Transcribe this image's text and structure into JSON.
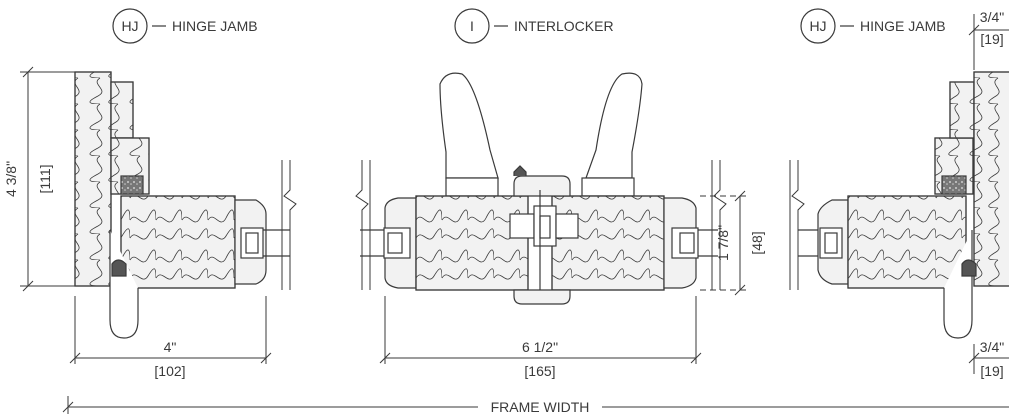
{
  "callouts": [
    {
      "tag": "HJ",
      "name": "HINGE JAMB"
    },
    {
      "tag": "I",
      "name": "INTERLOCKER"
    },
    {
      "tag": "HJ",
      "name": "HINGE JAMB"
    }
  ],
  "dimensions": {
    "left_height_in": "4 3/8\"",
    "left_height_mm": "[111]",
    "left_width_in": "4\"",
    "left_width_mm": "[102]",
    "center_width_in": "6 1/2\"",
    "center_width_mm": "[165]",
    "center_height_in": "1 7/8\"",
    "center_height_mm": "[48]",
    "right_top_in": "3/4\"",
    "right_top_mm": "[19]",
    "right_bottom_in": "3/4\"",
    "right_bottom_mm": "[19]",
    "frame_width": "FRAME WIDTH"
  },
  "colors": {
    "line": "#3a3a3a",
    "wood_fill": "#eeeeee",
    "glass_fill": "#ffffff",
    "seal_fill": "#555555"
  }
}
